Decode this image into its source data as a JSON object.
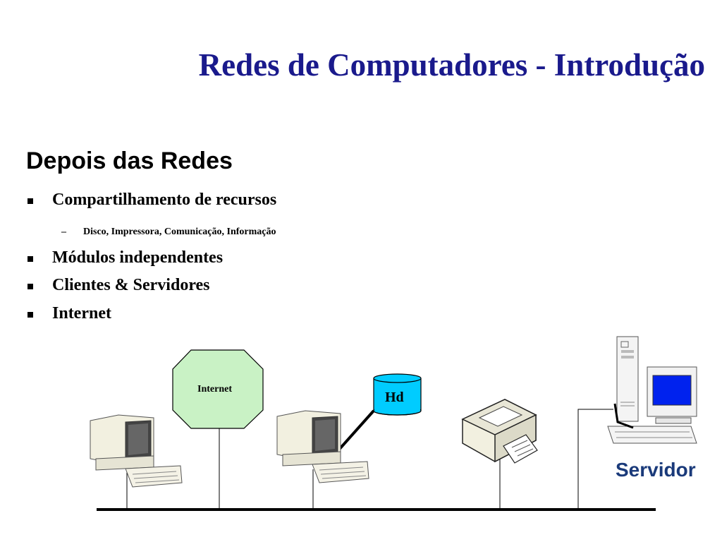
{
  "slide": {
    "title": "Redes de Computadores - Introdução",
    "subtitle": "Depois das Redes",
    "bullets": [
      {
        "text": "Compartilhamento de recursos",
        "sub": "Disco, Impressora, Comunicação, Informação"
      },
      {
        "text": "Módulos independentes"
      },
      {
        "text": "Clientes & Servidores"
      },
      {
        "text": "Internet"
      }
    ],
    "sub_marker": "–"
  },
  "diagram": {
    "internet_label": "Internet",
    "hd_label": "Hd",
    "server_label": "Servidor",
    "colors": {
      "internet_fill": "#c9f2c5",
      "hd_fill": "#00ccff",
      "monitor_screen": "#0022ee",
      "title": "#1a1a8c",
      "server_text": "#1a3a7a"
    },
    "icons": [
      "computer-icon",
      "computer-icon",
      "printer-icon",
      "server-icon",
      "disk-icon"
    ]
  }
}
